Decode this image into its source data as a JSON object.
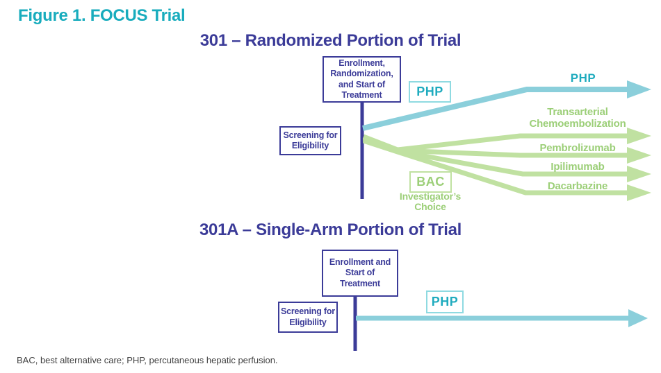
{
  "figure_title": "Figure 1. FOCUS Trial",
  "footnote": "BAC, best alternative care; PHP, percutaneous hepatic perfusion.",
  "colors": {
    "title_teal": "#18ACBD",
    "heading_blue": "#3B3B98",
    "teal_arrow": "#8BCFDB",
    "teal_border": "#8FDAE1",
    "teal_text": "#1FABBE",
    "green_arrow": "#C0E1A1",
    "green_text": "#9CCF78",
    "footer_gray": "#404040"
  },
  "section_randomized": {
    "heading": "301 – Randomized Portion of Trial",
    "enrollment_box": {
      "lines": [
        "Enrollment,",
        "Randomization,",
        "and Start of",
        "Treatment"
      ]
    },
    "screening_box": {
      "lines": [
        "Screening for",
        "Eligibility"
      ]
    },
    "php_box_label": "PHP",
    "php_arrow_label": "PHP",
    "bac_box_label": "BAC",
    "bac_caption_lines": [
      "Investigator’s",
      "Choice"
    ],
    "arms": [
      {
        "label_lines": [
          "Transarterial",
          "Chemoembolization"
        ]
      },
      {
        "label_lines": [
          "Pembrolizumab"
        ]
      },
      {
        "label_lines": [
          "Ipilimumab"
        ]
      },
      {
        "label_lines": [
          "Dacarbazine"
        ]
      }
    ]
  },
  "section_single_arm": {
    "heading": "301A – Single-Arm Portion of Trial",
    "enrollment_box": {
      "lines": [
        "Enrollment and",
        "Start of",
        "Treatment"
      ]
    },
    "screening_box": {
      "lines": [
        "Screening for",
        "Eligibility"
      ]
    },
    "php_box_label": "PHP"
  }
}
